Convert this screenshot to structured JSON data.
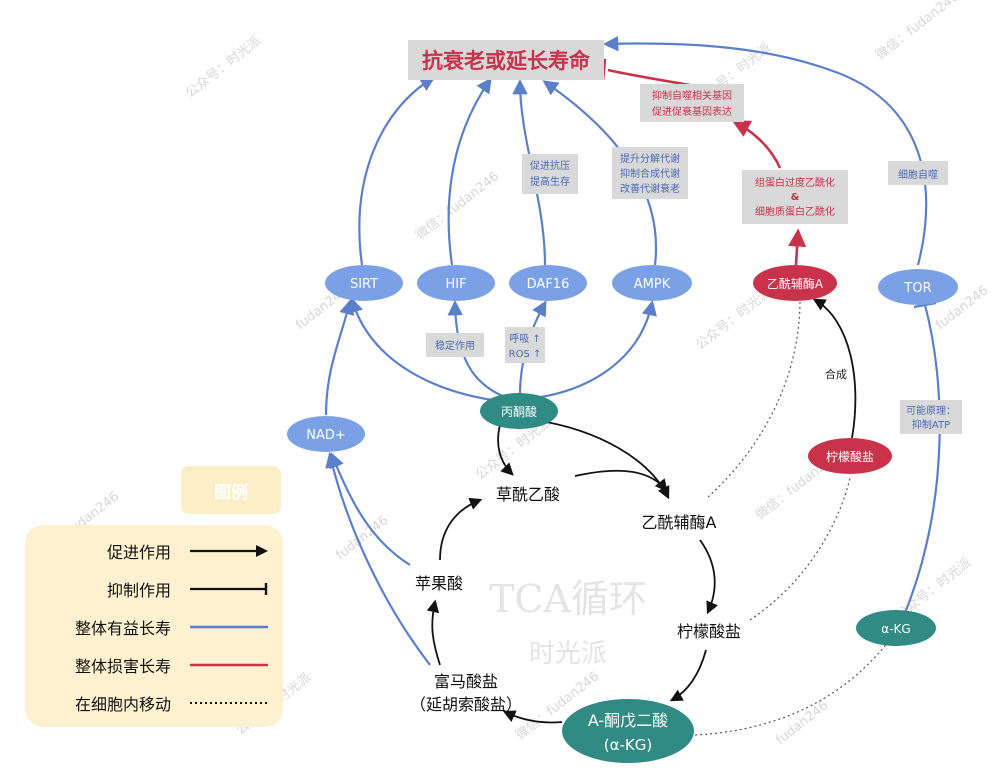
{
  "title": "抗衰老或延长寿命",
  "center": {
    "title": "TCA循环",
    "subtitle": "时光派"
  },
  "watermarks": [
    "公众号：时光派",
    "微信：fudan246",
    "fudan246"
  ],
  "nodes": {
    "sirt": "SIRT",
    "hif": "HIF",
    "daf16": "DAF16",
    "ampk": "AMPK",
    "acetyl_coa_top": "乙酰辅酶A",
    "tor": "TOR",
    "nad": "NAD+",
    "pyruvate": "丙酮酸",
    "citrate_red": "柠檬酸盐",
    "akg": "α-KG"
  },
  "cycle": {
    "oxaloacetate": "草酰乙酸",
    "acetyl_coa": "乙酰辅酶A",
    "malate": "苹果酸",
    "citrate": "柠檬酸盐",
    "fumarate_1": "富马酸盐",
    "fumarate_2": "（延胡索酸盐）",
    "akg_1": "A-酮戊二酸",
    "akg_2": "(α-KG)"
  },
  "annotations": {
    "daf16_box": [
      "促进抗压",
      "提高生存"
    ],
    "ampk_box": [
      "提升分解代谢",
      "抑制合成代谢",
      "改善代谢衰老"
    ],
    "red_top_box": [
      "抑制自噬相关基因",
      "促进促衰基因表达"
    ],
    "red_mid_box": [
      "组蛋白过度乙酰化",
      "&",
      "细胞质蛋白乙酰化"
    ],
    "tor_box": "细胞自噬",
    "hif_stabilize": "稳定作用",
    "resp_box": [
      "呼吸 ↑",
      "ROS ↑"
    ],
    "synthesis": "合成",
    "principle_box": [
      "可能原理：",
      "抑制ATP"
    ]
  },
  "legend": {
    "title": "图例",
    "items": [
      {
        "label": "促进作用",
        "symbol": "arrow"
      },
      {
        "label": "抑制作用",
        "symbol": "inhibit"
      },
      {
        "label": "整体有益长寿",
        "symbol": "blue-line"
      },
      {
        "label": "整体损害长寿",
        "symbol": "red-line"
      },
      {
        "label": "在细胞内移动",
        "symbol": "dotted-line"
      }
    ]
  },
  "colors": {
    "blue": "#5b7fc9",
    "red": "#c9324a",
    "teal": "#2f8b83",
    "node_blue": "#7aa0e6",
    "box_gray": "#d9d9d9",
    "legend_bg": "#fdf1cf",
    "title_red": "#c9324a"
  }
}
